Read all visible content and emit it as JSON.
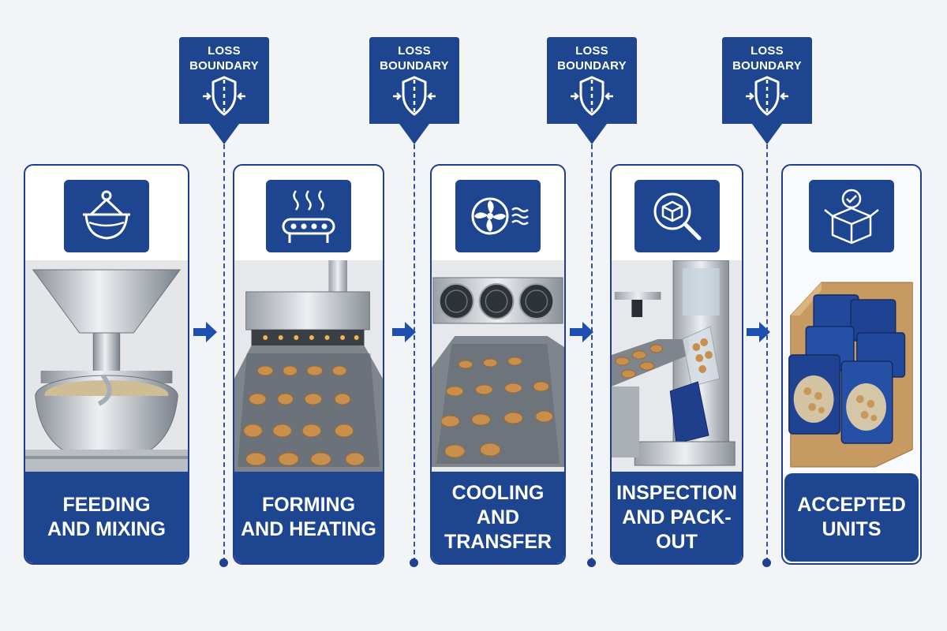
{
  "boundary_label": [
    "LOSS",
    "BOUNDARY"
  ],
  "stages": [
    {
      "line1": "FEEDING",
      "line2": "AND MIXING",
      "icon": "mixing-bowl-icon"
    },
    {
      "line1": "FORMING",
      "line2": "AND HEATING",
      "icon": "heated-conveyor-icon"
    },
    {
      "line1": "COOLING AND",
      "line2": "TRANSFER",
      "icon": "cooling-fan-icon"
    },
    {
      "line1": "INSPECTION",
      "line2": "AND PACK-OUT",
      "icon": "inspection-magnifier-icon"
    },
    {
      "line1": "ACCEPTED",
      "line2": "UNITS",
      "icon": "accepted-box-icon"
    }
  ],
  "colors": {
    "brand_blue": "#1e4590",
    "line_blue": "#2d55a6",
    "background": "#f3f4f6"
  }
}
